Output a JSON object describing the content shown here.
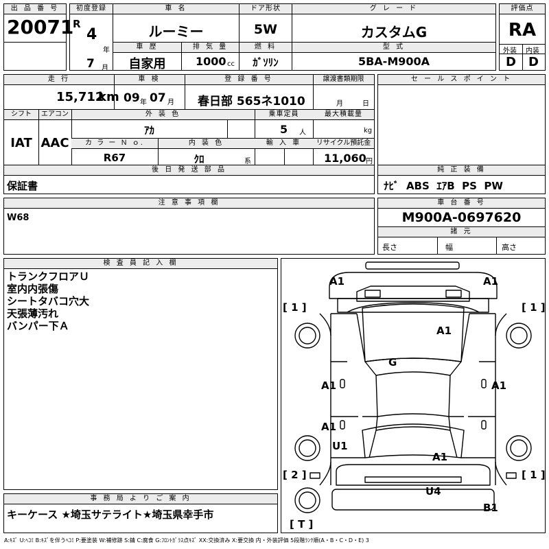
{
  "header": {
    "lot_label": "出 品 番 号",
    "lot_number": "20071",
    "first_reg_label": "初度登録",
    "era": "R",
    "year_num": "4",
    "year_unit": "年",
    "month_num": "7",
    "month_unit": "月",
    "car_name_label": "車 名",
    "car_name": "ルーミー",
    "door_label": "ドア形状",
    "door_value": "5W",
    "grade_label": "グ レ ー ド",
    "grade_value": "カスタムG",
    "score_label": "評価点",
    "score_value": "RA",
    "history_label": "車 歴",
    "history_value": "自家用",
    "displacement_label": "排 気 量",
    "displacement_value": "1000",
    "displacement_unit": "cc",
    "fuel_label": "燃 料",
    "fuel_value": "ｶﾞｿﾘﾝ",
    "model_label": "型 式",
    "model_value": "5BA-M900A",
    "exterior_grade_label": "外装",
    "interior_grade_label": "内装",
    "exterior_grade": "D",
    "interior_grade": "D"
  },
  "row2": {
    "mileage_label": "走 行",
    "mileage_value": "15,712",
    "mileage_unit": "km",
    "inspection_label": "車 検",
    "inspection_year": "09",
    "inspection_year_unit": "年",
    "inspection_month": "07",
    "inspection_month_unit": "月",
    "plate_label": "登 録 番 号",
    "plate_value": "春日部 565ネ1010",
    "transfer_label": "譲渡書類期限",
    "transfer_month_unit": "月",
    "transfer_day_unit": "日",
    "shift_label": "シフト",
    "shift_value": "IAT",
    "ac_label": "エアコン",
    "ac_value": "AAC",
    "color_label": "外 装 色",
    "color_value": "ｱｶ",
    "capacity_label": "乗車定員",
    "capacity_value": "5",
    "capacity_unit": "人",
    "max_load_label": "最大積載量",
    "max_load_unit": "kg",
    "color_no_label": "カ ラ ー Ｎ ｏ.",
    "color_no_value": "R67",
    "interior_color_label": "内 装 色",
    "interior_color_value": "ｸﾛ",
    "interior_color_unit": "系",
    "import_label": "輸 入 車",
    "recycle_label": "リサイクル預託金",
    "recycle_value": "11,060",
    "recycle_unit": "円",
    "sales_point_label": "セ ー ル ス ポ イ ン ト",
    "deferred_label": "後 日 発 送 部 品",
    "deferred_value": "保証書",
    "equipment_label": "純 正 装 備",
    "equipment_value": "ﾅﾋﾞ  ABS  ｴｱB  PS  PW"
  },
  "notes": {
    "caution_label": "注 意 事 項 欄",
    "caution_value": "W68",
    "chassis_label": "車 台 番 号",
    "chassis_value": "M900A-0697620",
    "dims_label": "諸 元",
    "length_label": "長さ",
    "width_label": "幅",
    "height_label": "高さ"
  },
  "inspector": {
    "label": "検 査 員 記 入 欄",
    "lines": [
      "トランクフロアＵ",
      "室内内張傷",
      "シートタバコ穴大",
      "天張薄汚れ",
      "バンパー下Ａ"
    ]
  },
  "office": {
    "label": "事 務 局 よ り ご 案 内",
    "value": "キーケース ★埼玉サテライト★埼玉県幸手市"
  },
  "diagram": {
    "marks": {
      "a1_rear_left": "A1",
      "a1_rear_right": "A1",
      "a1_roof": "A1",
      "g_windshield": "G",
      "a1_left_rear_door": "A1",
      "a1_right_door": "A1",
      "a1_left_front_door": "A1",
      "u1_left_fender": "U1",
      "a1_hood": "A1",
      "u4_front": "U4",
      "b1_front_right": "B1"
    },
    "tire_left_rear": "[ 1 ]",
    "tire_right_rear": "[ 1 ]",
    "tire_left_front": "[ 2 ]",
    "tire_right_front": "[ 1 ]",
    "tire_spare": "[ T ]"
  },
  "legend": {
    "text": "A:ｷｽﾞ U:ﾍｺﾐ B:ｷｽﾞを伴うﾍｺﾐ P:要塗装 W:補修跡 S:錆 C:腐食 G:ﾌﾛﾝﾄｶﾞﾗｽ点ｷｽﾞ XX:交換済み X:要交換  内・外装評価 5段階ﾗﾝｸ順(A・B・C・D・E) 3"
  }
}
